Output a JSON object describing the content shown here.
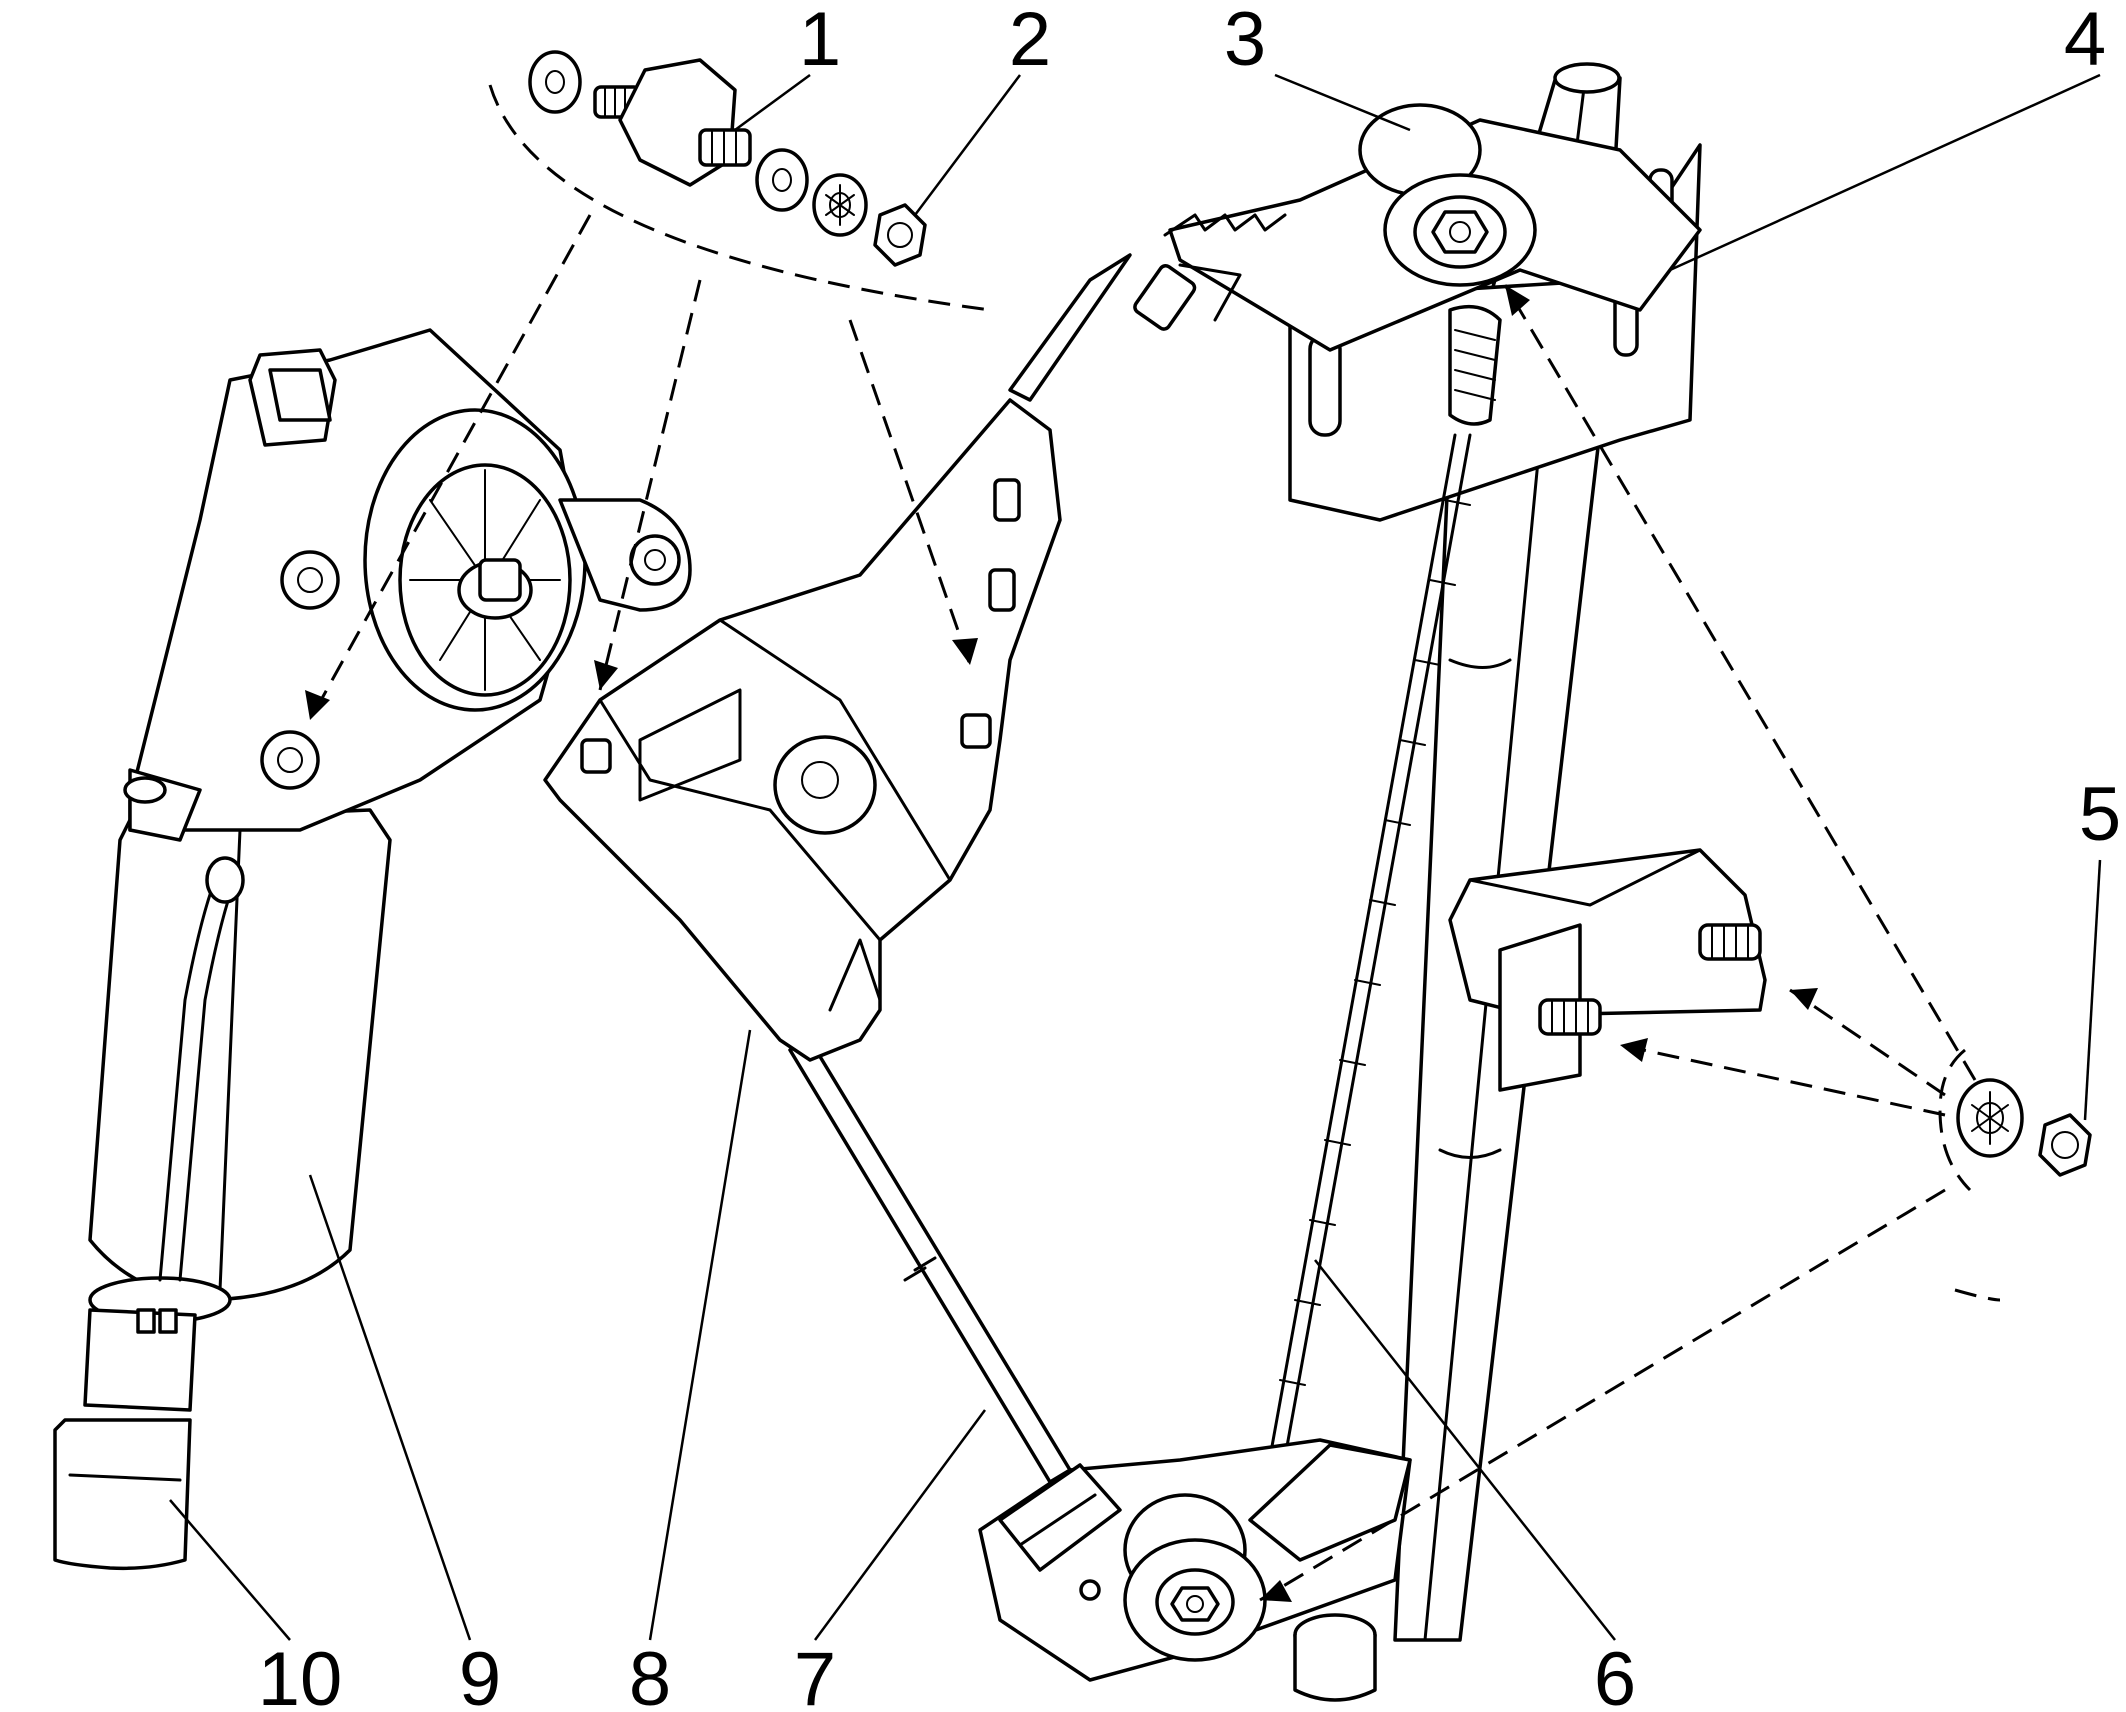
{
  "callouts": [
    {
      "id": "1",
      "text": "1"
    },
    {
      "id": "2",
      "text": "2"
    },
    {
      "id": "3",
      "text": "3"
    },
    {
      "id": "4",
      "text": "4"
    },
    {
      "id": "5",
      "text": "5"
    },
    {
      "id": "6",
      "text": "6"
    },
    {
      "id": "7",
      "text": "7"
    },
    {
      "id": "8",
      "text": "8"
    },
    {
      "id": "9",
      "text": "9"
    },
    {
      "id": "10",
      "text": "10"
    }
  ],
  "colors": {
    "ink": "#000000",
    "paper": "#ffffff"
  }
}
